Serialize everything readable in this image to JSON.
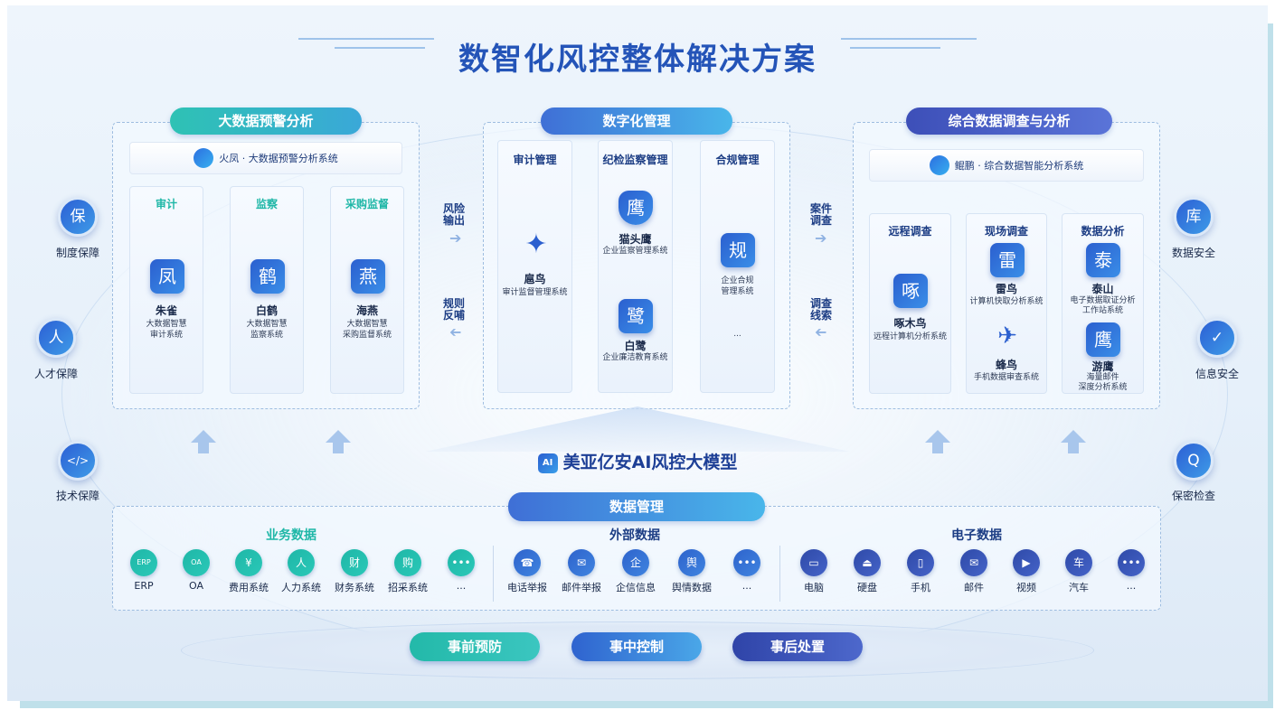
{
  "title": "数智化风控整体解决方案",
  "left_panel": {
    "header": "大数据预警分析",
    "system_bar": "火凤 · 大数据预警分析系统",
    "columns": [
      {
        "title": "审计",
        "app_name": "朱雀",
        "desc_line1": "大数据智慧",
        "desc_line2": "审计系统"
      },
      {
        "title": "监察",
        "app_name": "白鹤",
        "desc_line1": "大数据智慧",
        "desc_line2": "监察系统"
      },
      {
        "title": "采购监督",
        "app_name": "海燕",
        "desc_line1": "大数据智慧",
        "desc_line2": "采购监督系统"
      }
    ]
  },
  "middle_panel": {
    "header": "数字化管理",
    "columns": [
      {
        "title": "审计管理",
        "app_name": "扈鸟",
        "desc_line1": "审计监督管理系统"
      },
      {
        "title": "纪检监察管理",
        "app1_name": "猫头鹰",
        "app1_desc": "企业监察管理系统",
        "app2_name": "白鹭",
        "app2_desc": "企业廉洁教育系统"
      },
      {
        "title": "合规管理",
        "desc_line1": "企业合规",
        "desc_line2": "管理系统",
        "ellipsis": "..."
      }
    ]
  },
  "right_panel": {
    "header": "综合数据调查与分析",
    "system_bar": "鲲鹏 · 综合数据智能分析系统",
    "columns": [
      {
        "title": "远程调查",
        "app_name": "啄木鸟",
        "desc_line1": "远程计算机分析系统"
      },
      {
        "title": "现场调查",
        "app1_name": "雷鸟",
        "app1_desc": "计算机快取分析系统",
        "app2_name": "蜂鸟",
        "app2_desc": "手机数据审查系统"
      },
      {
        "title": "数据分析",
        "app1_name": "泰山",
        "app1_desc_line1": "电子数据取证分析",
        "app1_desc_line2": "工作站系统",
        "app2_name": "游鹰",
        "app2_desc_line1": "海量邮件",
        "app2_desc_line2": "深度分析系统"
      }
    ]
  },
  "flow_labels": {
    "risk_output": [
      "风险",
      "输出"
    ],
    "rule_feedback": [
      "规则",
      "反哺"
    ],
    "case_survey": [
      "案件",
      "调查"
    ],
    "survey_clue": [
      "调查",
      "线索"
    ]
  },
  "side_left": [
    {
      "icon": "shield-icon",
      "glyph": "保",
      "label": "制度保障"
    },
    {
      "icon": "person-icon",
      "glyph": "人",
      "label": "人才保障"
    },
    {
      "icon": "monitor-code-icon",
      "glyph": "</>",
      "label": "技术保障"
    }
  ],
  "side_right": [
    {
      "icon": "database-lock-icon",
      "glyph": "库",
      "label": "数据安全"
    },
    {
      "icon": "cloud-check-icon",
      "glyph": "✓",
      "label": "信息安全"
    },
    {
      "icon": "search-icon",
      "glyph": "Q",
      "label": "保密检查"
    }
  ],
  "model": {
    "badge": "AI",
    "name": "美亚亿安AI风控大模型"
  },
  "data_management": {
    "header": "数据管理",
    "groups": [
      {
        "title": "业务数据",
        "color": "#1fb7a7",
        "items": [
          "ERP",
          "OA",
          "费用系统",
          "人力系统",
          "财务系统",
          "招采系统",
          "..."
        ]
      },
      {
        "title": "外部数据",
        "color": "#2e63cc",
        "items": [
          "电话举报",
          "邮件举报",
          "企信信息",
          "舆情数据",
          "..."
        ]
      },
      {
        "title": "电子数据",
        "color": "#2f4aa8",
        "items": [
          "电脑",
          "硬盘",
          "手机",
          "邮件",
          "视频",
          "汽车",
          "..."
        ]
      }
    ]
  },
  "bottom": [
    "事前预防",
    "事中控制",
    "事后处置"
  ],
  "colors": {
    "title": "#2454b8",
    "teal": "#1fb7a7",
    "blue": "#2e63cc",
    "navy": "#2f4aa8"
  }
}
